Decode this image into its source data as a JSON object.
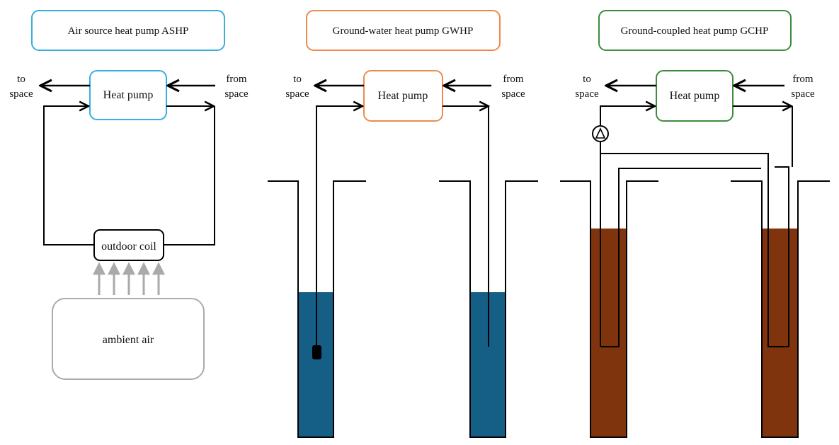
{
  "colors": {
    "ashp": "#3aaee0",
    "gwhp": "#ef8a4f",
    "gchp": "#3d8a3d",
    "water": "#155f86",
    "soil": "#7f340d",
    "air": "#aaaaaa",
    "line": "#000000"
  },
  "ashp": {
    "title": "Air source heat pump ASHP",
    "heat_pump": "Heat pump",
    "to": [
      "to",
      "space"
    ],
    "from": [
      "from",
      "space"
    ],
    "outdoor_coil": "outdoor coil",
    "ambient_air": "ambient air"
  },
  "gwhp": {
    "title": "Ground-water heat pump GWHP",
    "heat_pump": "Heat pump",
    "to": [
      "to",
      "space"
    ],
    "from": [
      "from",
      "space"
    ]
  },
  "gchp": {
    "title": "Ground-coupled heat pump GCHP",
    "heat_pump": "Heat pump",
    "to": [
      "to",
      "space"
    ],
    "from": [
      "from",
      "space"
    ]
  }
}
